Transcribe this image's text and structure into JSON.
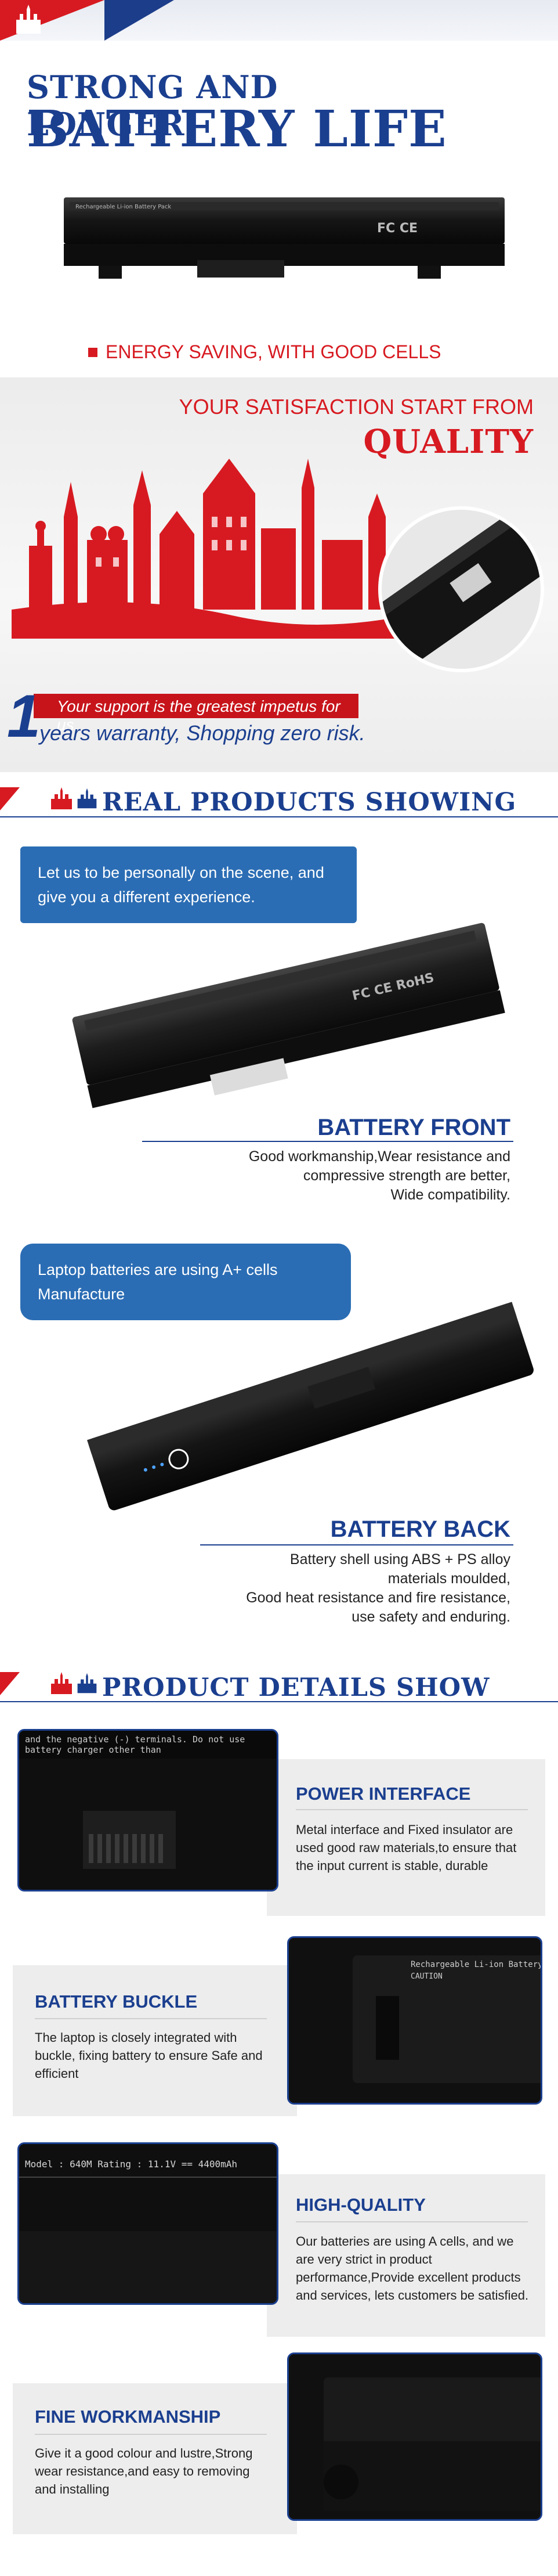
{
  "hero": {
    "title_line1": "STRONG AND LONGER",
    "title_line2": "BATTERY LIFE",
    "battery_label": "Rechargeable Li-ion Battery Pack",
    "tagline": "ENERGY SAVING, WITH GOOD CELLS"
  },
  "quality": {
    "headline": "YOUR SATISFACTION START FROM",
    "headline_big": "QUALITY",
    "support": "Your support is the greatest impetus for us.",
    "warranty_number": "1",
    "warranty_text": "years warranty, Shopping zero risk."
  },
  "real_products": {
    "title": "REAL PRODUCTS SHOWING",
    "intro": "Let us to be personally on the scene, and give you a different experience.",
    "front_title": "BATTERY FRONT",
    "front_lines": [
      "Good workmanship,Wear resistance and",
      "compressive strength are better,",
      "Wide compatibility."
    ],
    "cells_note": "Laptop batteries are using  A+ cells Manufacture",
    "back_title": "BATTERY BACK",
    "back_lines": [
      "Battery shell using ABS + PS alloy",
      "materials moulded,",
      "Good heat resistance and fire resistance,",
      "use safety and enduring."
    ]
  },
  "details": {
    "title": "PRODUCT DETAILS SHOW",
    "items": [
      {
        "title": "POWER INTERFACE",
        "text": "Metal interface and Fixed insulator are used good raw materials,to ensure that the input current is stable, durable"
      },
      {
        "title": "BATTERY BUCKLE",
        "text": "The laptop is closely integrated with buckle, fixing battery to ensure Safe and efficient"
      },
      {
        "title": "HIGH-QUALITY",
        "text": "Our batteries are using A cells, and we are very strict in product performance,Provide excellent products and services, lets customers be satisfied."
      },
      {
        "title": "FINE WORKMANSHIP",
        "text": "Give it a good colour and lustre,Strong wear resistance,and easy to removing and installing"
      }
    ],
    "photo_captions": {
      "p1": "Model : 640M    Rating : 11.1V == 4400mAh",
      "p2": "Rechargeable Li-ion Battery Pack",
      "p3": "CAUTION"
    }
  }
}
